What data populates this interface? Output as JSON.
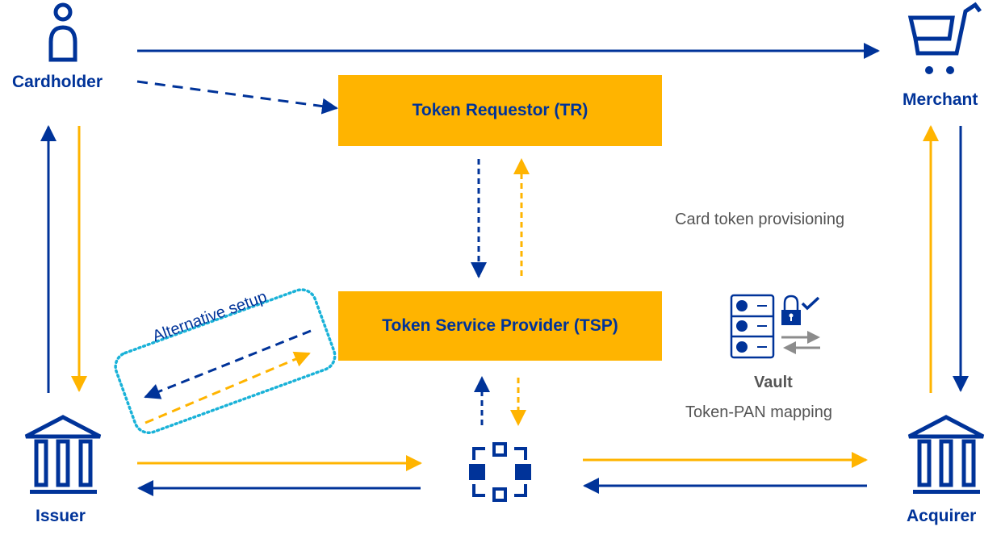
{
  "colors": {
    "blue": "#003399",
    "yellow": "#ffb400",
    "cyan_dotted": "#1ab2d8",
    "grey_text": "#555555",
    "grey_arrow": "#8c8c8c"
  },
  "actors": {
    "cardholder": {
      "label": "Cardholder",
      "icon": "person-icon"
    },
    "merchant": {
      "label": "Merchant",
      "icon": "shopping-cart-icon"
    },
    "issuer": {
      "label": "Issuer",
      "icon": "bank-icon"
    },
    "acquirer": {
      "label": "Acquirer",
      "icon": "bank-icon"
    },
    "network": {
      "icon": "network-nodes-icon"
    }
  },
  "boxes": {
    "token_requestor": "Token Requestor (TR)",
    "token_service_provider": "Token Service Provider (TSP)"
  },
  "annotations": {
    "card_token_provisioning": "Card token provisioning",
    "vault_title": "Vault",
    "vault_subtitle": "Token-PAN mapping",
    "alternative_setup": "Alternative setup"
  },
  "flows": [
    {
      "from": "Cardholder",
      "to": "Merchant",
      "style": "solid",
      "color": "blue"
    },
    {
      "from": "Cardholder",
      "to": "Token Requestor (TR)",
      "style": "dashed",
      "color": "blue"
    },
    {
      "from": "Token Requestor (TR)",
      "to": "Token Service Provider (TSP)",
      "style": "dashed",
      "color": "blue"
    },
    {
      "from": "Token Service Provider (TSP)",
      "to": "Token Requestor (TR)",
      "style": "dashed",
      "color": "yellow"
    },
    {
      "from": "Cardholder",
      "to": "Issuer",
      "style": "solid",
      "color": "yellow"
    },
    {
      "from": "Issuer",
      "to": "Cardholder",
      "style": "solid",
      "color": "blue"
    },
    {
      "from": "Merchant",
      "to": "Acquirer",
      "style": "solid",
      "color": "blue"
    },
    {
      "from": "Acquirer",
      "to": "Merchant",
      "style": "solid",
      "color": "yellow"
    },
    {
      "from": "Issuer",
      "to": "Network",
      "style": "solid",
      "color": "yellow"
    },
    {
      "from": "Network",
      "to": "Issuer",
      "style": "solid",
      "color": "blue"
    },
    {
      "from": "Network",
      "to": "Acquirer",
      "style": "solid",
      "color": "yellow"
    },
    {
      "from": "Acquirer",
      "to": "Network",
      "style": "solid",
      "color": "blue"
    },
    {
      "from": "Network",
      "to": "Token Service Provider (TSP)",
      "style": "dashed",
      "color": "blue"
    },
    {
      "from": "Token Service Provider (TSP)",
      "to": "Network",
      "style": "dashed",
      "color": "yellow"
    },
    {
      "from": "Token Service Provider (TSP)",
      "to": "Issuer",
      "style": "dashed",
      "color": "blue",
      "group": "Alternative setup"
    },
    {
      "from": "Issuer",
      "to": "Token Service Provider (TSP)",
      "style": "dashed",
      "color": "yellow",
      "group": "Alternative setup"
    }
  ]
}
